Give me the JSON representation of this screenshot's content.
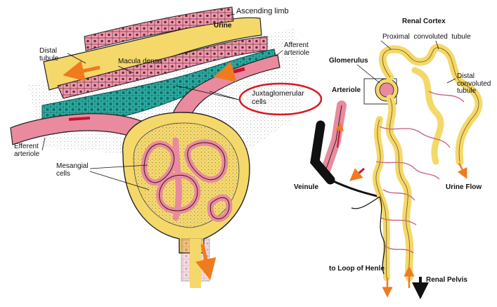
{
  "left_diagram": {
    "labels": {
      "ascending_limb": "Ascending limb",
      "urine": "Urine",
      "distal_tubule": "Distal\ntubule",
      "macula_densa": "Macula densa",
      "afferent_arteriole": "Afferent\narteriole",
      "juxtaglomerular_cells": "Juxtaglomerular\ncells",
      "efferent_arteriole": "Efferent\narteriole",
      "mesangial_cells": "Mesangial\ncells"
    }
  },
  "right_diagram": {
    "labels": {
      "renal_cortex": "Renal Cortex",
      "proximal_convoluted_tubule": "Proximal  convoluted  tubule",
      "glomerulus": "Glomerulus",
      "arteriole": "Arteriole",
      "distal_convoluted_tubule": "Distal\nconvoluted\ntubule",
      "veinule": "Veinule",
      "urine_flow": "Urine Flow",
      "to_loop_of_henle": "to Loop of Henle",
      "renal_pelvis": "Renal Pelvis"
    }
  },
  "colors": {
    "vessel_pink": "#e98a9e",
    "tubule_yellow": "#f5d86a",
    "cell_teal": "#2fb3a8",
    "highlight_red": "#d7191f",
    "flow_arrow_orange": "#f07a1e",
    "flow_arrow_red": "#c8102e"
  }
}
